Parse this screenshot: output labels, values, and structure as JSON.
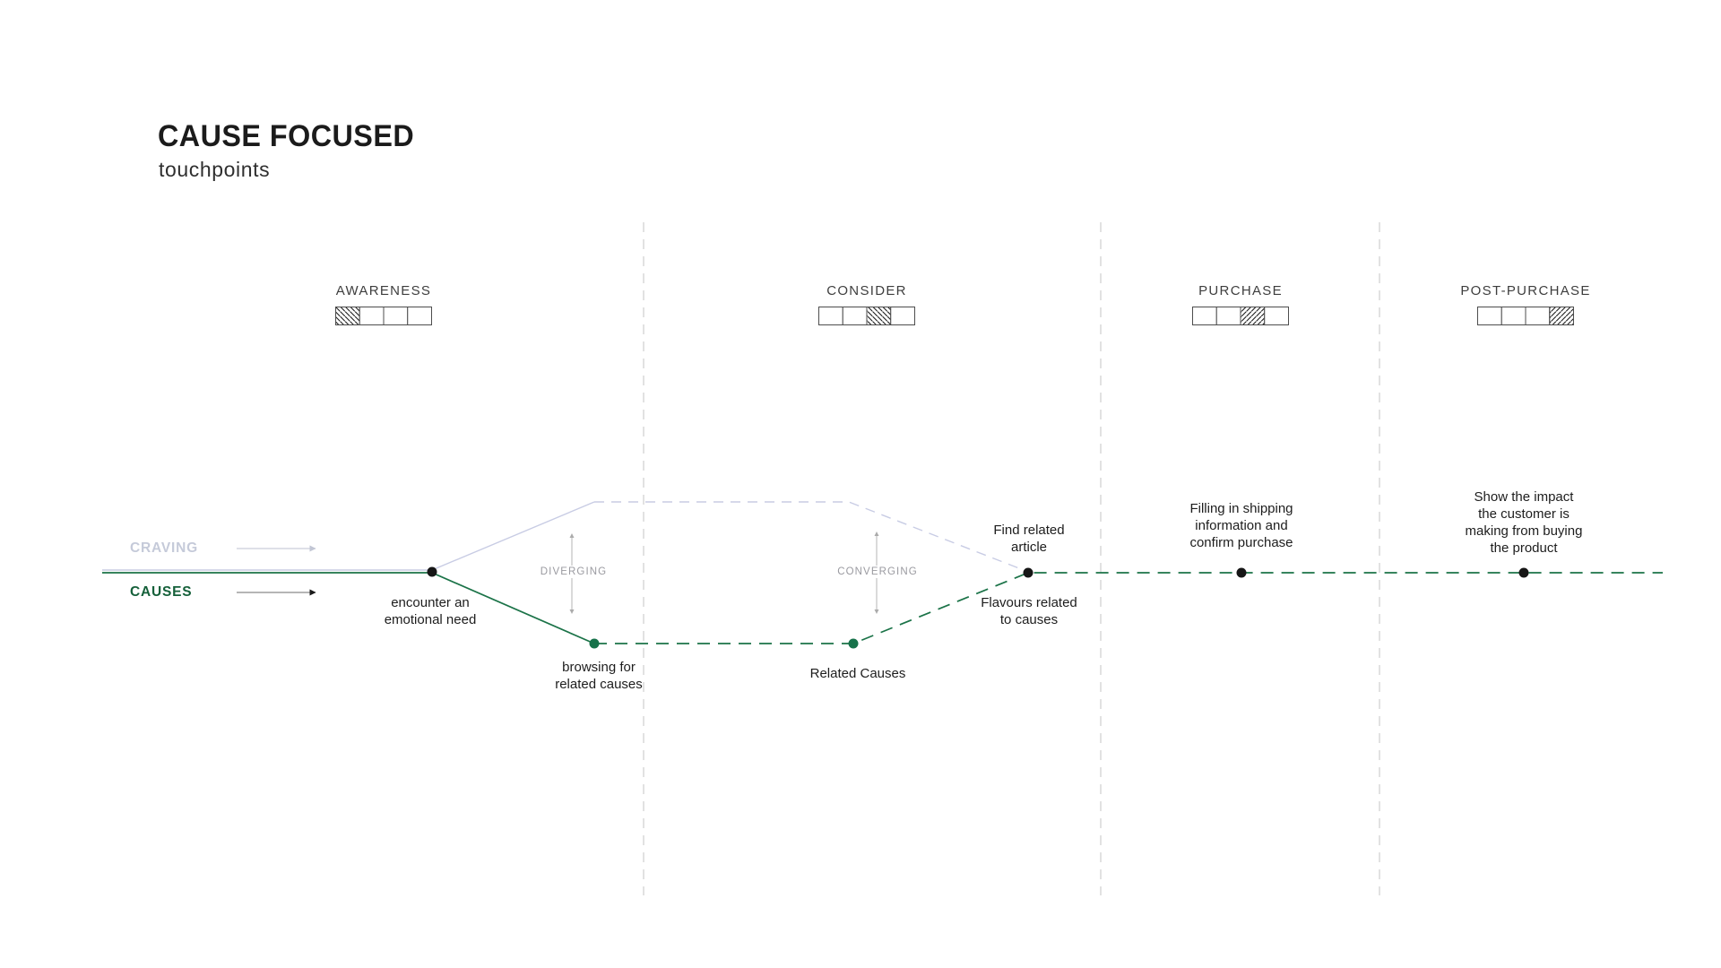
{
  "title": "CAUSE FOCUSED",
  "subtitle": "touchpoints",
  "stages": [
    {
      "label": "AWARENESS",
      "segments": 4,
      "hatched_segment": 1,
      "hatch_direction": "backslash"
    },
    {
      "label": "CONSIDER",
      "segments": 4,
      "hatched_segment": 3,
      "hatch_direction": "backslash"
    },
    {
      "label": "PURCHASE",
      "segments": 4,
      "hatched_segment": 3,
      "hatch_direction": "slash"
    },
    {
      "label": "POST-PURCHASE",
      "segments": 4,
      "hatched_segment": 4,
      "hatch_direction": "slash"
    }
  ],
  "legend": {
    "craving_label": "CRAVING",
    "causes_label": "CAUSES"
  },
  "flow": {
    "diverging_label": "DIVERGING",
    "converging_label": "CONVERGING"
  },
  "nodes": [
    {
      "id": "encounter",
      "label": "encounter an\nemotional need"
    },
    {
      "id": "browsing",
      "label": "browsing for\nrelated causes"
    },
    {
      "id": "related-causes",
      "label": "Related Causes"
    },
    {
      "id": "find-article",
      "label": "Find related\narticle"
    },
    {
      "id": "flavours",
      "label": "Flavours related\nto causes"
    },
    {
      "id": "shipping",
      "label": "Filling in shipping\ninformation and\nconfirm purchase"
    },
    {
      "id": "impact",
      "label": "Show the impact\nthe customer is\nmaking from buying\nthe product"
    }
  ],
  "icons": {
    "legend_arrow": "right-arrow",
    "flow_arrow": "vertical-double-arrow"
  },
  "colors": {
    "causes_green": "#1b7348",
    "causes_label_green": "#15603a",
    "craving_lavender": "#c8cce4",
    "craving_label_lavender": "#c5cad9",
    "divider_gray": "#d5d5d5",
    "text_dark": "#1d1d1d",
    "phase_label_gray": "#9a9aa0",
    "bar_outline": "#4d4d4d",
    "background": "#ffffff"
  }
}
